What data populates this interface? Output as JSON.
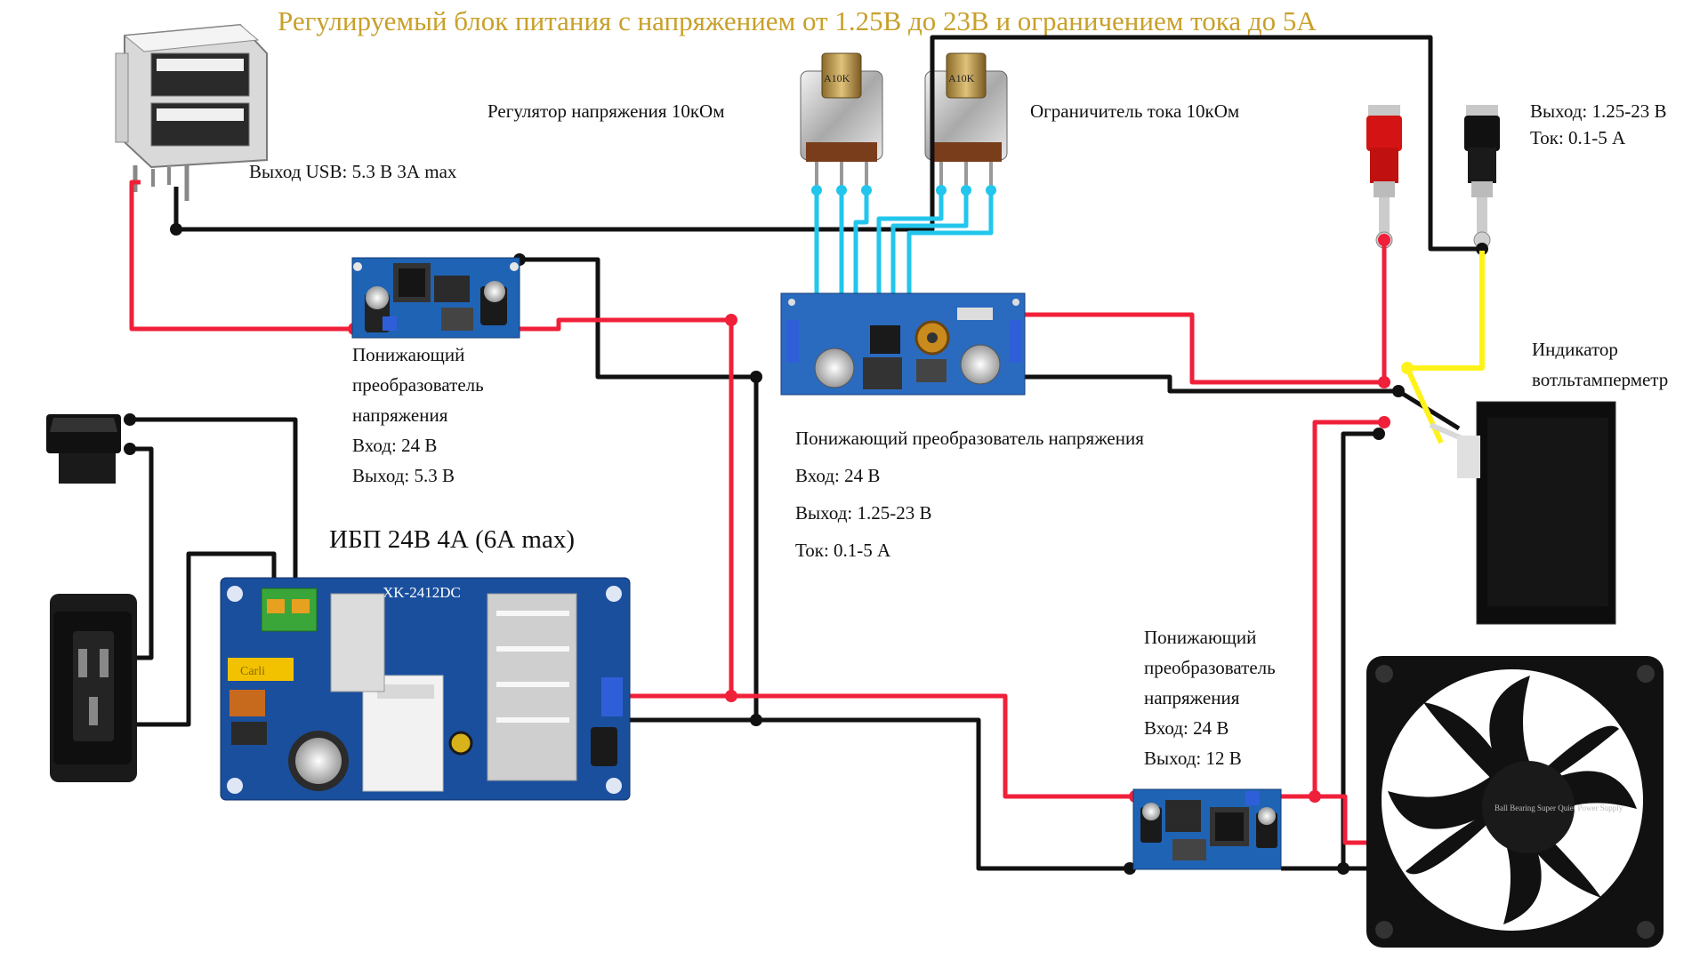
{
  "title": "Регулируемый блок питания с напряжением от 1.25В до 23В и ограничением тока до 5А",
  "labels": {
    "usb_output": "Выход USB: 5.3 В  3А max",
    "voltage_pot": "Регулятор напряжения 10кОм",
    "current_pot": "Ограничитель тока 10кОм",
    "output_line1": "Выход: 1.25-23 В",
    "output_line2": "Ток: 0.1-5 А",
    "indicator_line1": "Индикатор",
    "indicator_line2": "вотльтамперметр",
    "buck_usb": [
      "Понижающий",
      "преобразователь",
      "напряжения",
      "Вход: 24 В",
      "Выход: 5.3 В"
    ],
    "buck_main": [
      "Понижающий преобразователь напряжения",
      "Вход: 24 В",
      "Выход: 1.25-23 В",
      "Ток: 0.1-5 А"
    ],
    "buck_fan": [
      "Понижающий",
      "преобразователь",
      "напряжения",
      "Вход: 24 В",
      "Выход: 12 В"
    ],
    "psu": "ИБП 24В 4А (6А max)"
  },
  "component_marks": {
    "psu_model": "XK-2412DC",
    "pot_marking": "A10K",
    "fuse_marking": "Carli",
    "fan_label": "Ball Bearing Super Quiet Power Supply"
  },
  "colors": {
    "title": "#c8a02a",
    "wire_red": "#f0203a",
    "wire_black": "#111111",
    "wire_cyan": "#22c6ec",
    "wire_yellow": "#fff21a",
    "pcb_blue": "#1f63b4",
    "psu_blue": "#1a4f9e"
  }
}
